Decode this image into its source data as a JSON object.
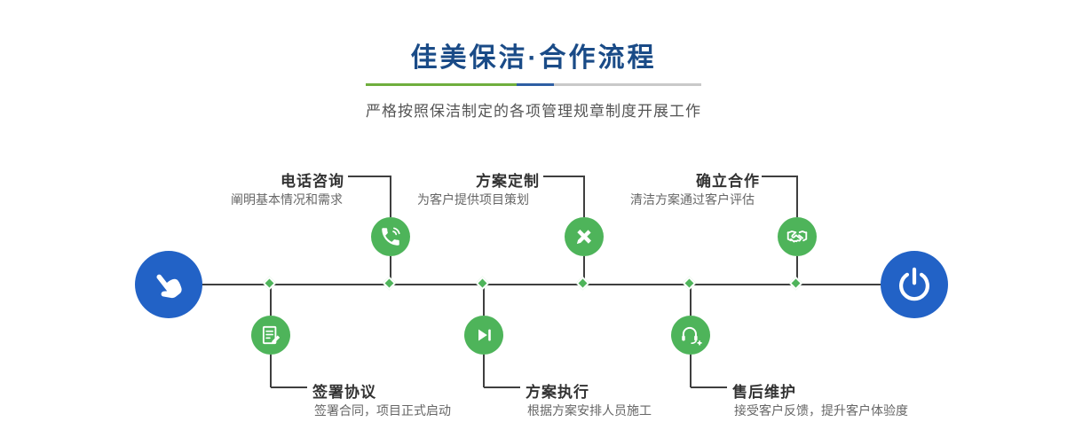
{
  "header": {
    "title": "佳美保洁·合作流程",
    "subtitle": "严格按照保洁制定的各项管理规章制度开展工作"
  },
  "flow": {
    "start_icon": "pointing-hand-icon",
    "end_icon": "power-icon",
    "steps": [
      {
        "order": 1,
        "title": "签署协议",
        "desc": "签署合同，项目正式启动",
        "icon": "contract-icon",
        "position": "below-line"
      },
      {
        "order": 2,
        "title": "电话咨询",
        "desc": "阐明基本情况和需求",
        "icon": "phone-icon",
        "position": "above-line"
      },
      {
        "order": 3,
        "title": "方案执行",
        "desc": "根据方案安排人员施工",
        "icon": "play-icon",
        "position": "below-line"
      },
      {
        "order": 4,
        "title": "方案定制",
        "desc": "为客户提供项目策划",
        "icon": "design-icon",
        "position": "above-line"
      },
      {
        "order": 5,
        "title": "售后维护",
        "desc": "接受客户反馈，提升客户体验度",
        "icon": "headset-icon",
        "position": "below-line"
      },
      {
        "order": 6,
        "title": "确立合作",
        "desc": "清洁方案通过客户评估",
        "icon": "handshake-icon",
        "position": "above-line"
      }
    ]
  },
  "colors": {
    "title_navy": "#1a4b87",
    "accent_green": "#4eb45a",
    "accent_blue": "#2262c6",
    "line_dark": "#3f3f3f",
    "divider_green": "#6fae3d",
    "divider_blue": "#2e5fa3",
    "divider_gray": "#c9c9c9"
  }
}
